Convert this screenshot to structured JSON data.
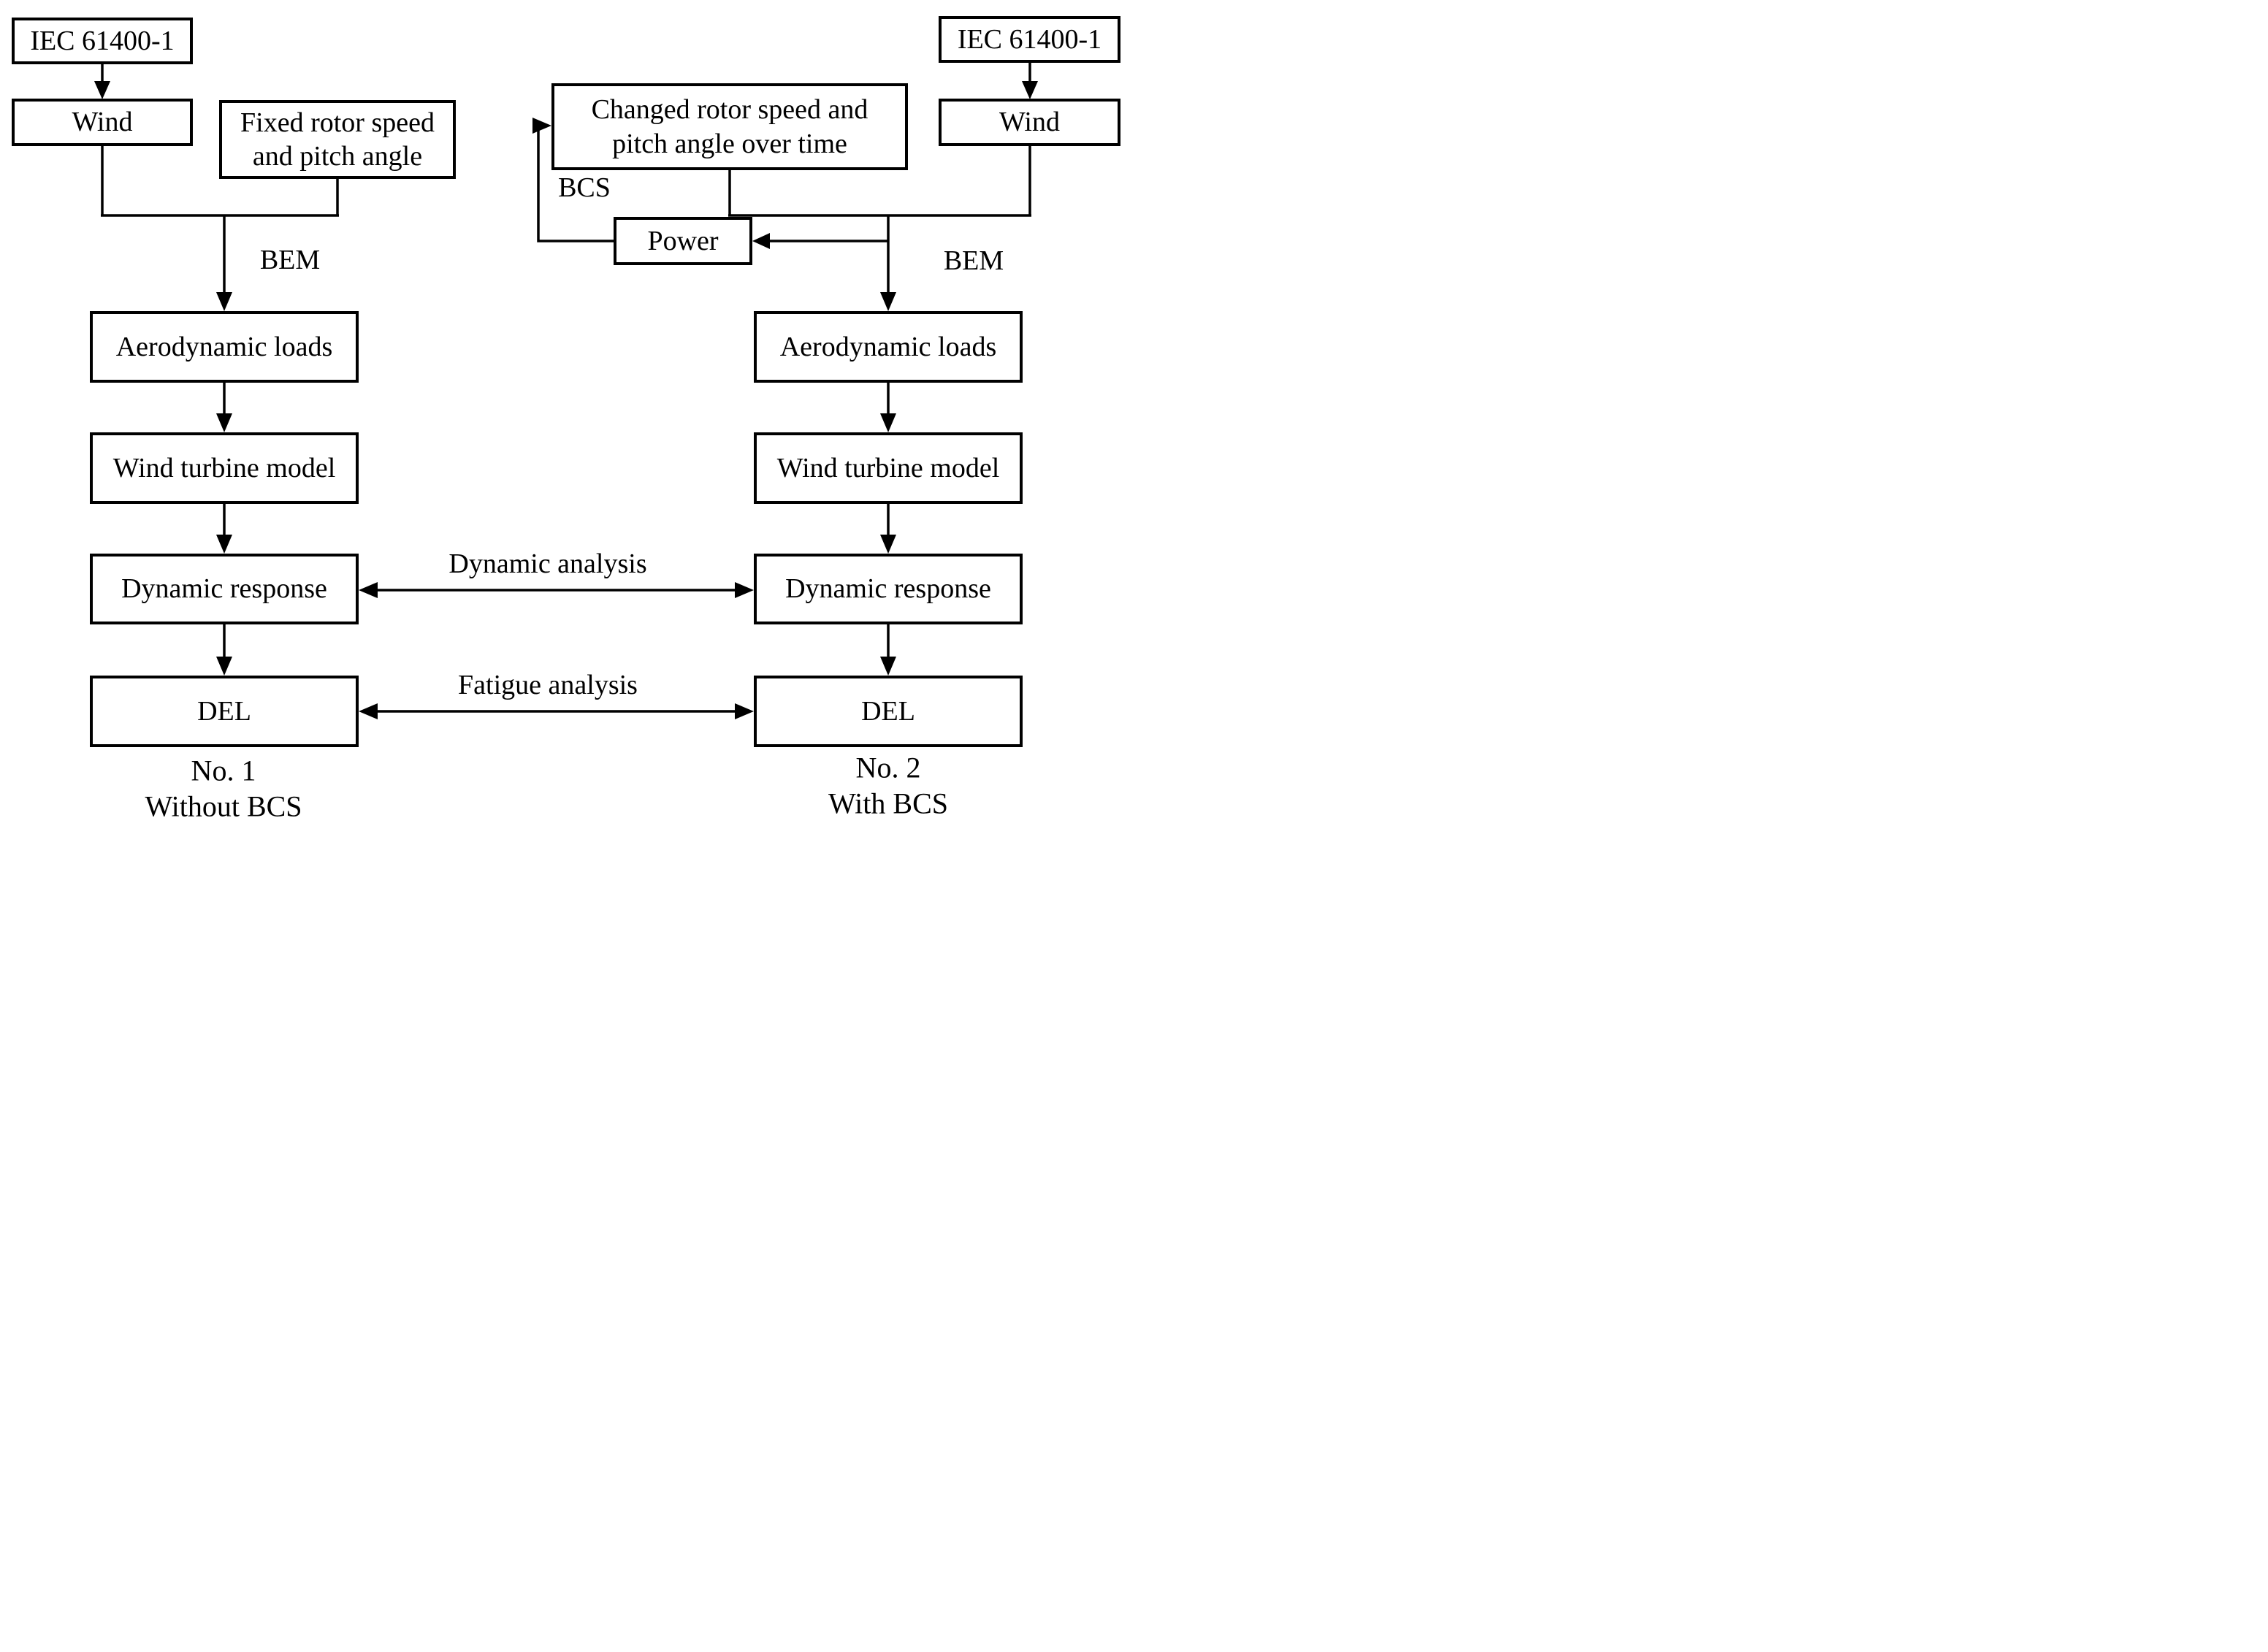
{
  "diagram": {
    "colors": {
      "line": "#000000",
      "background": "#ffffff"
    },
    "left_flow": {
      "iec_label": "IEC 61400-1",
      "wind_label": "Wind",
      "fixed_line1": "Fixed rotor speed",
      "fixed_line2": "and pitch angle",
      "bem_label": "BEM",
      "aero_label": "Aerodynamic loads",
      "turbine_label": "Wind turbine model",
      "dynamic_label": "Dynamic response",
      "del_label": "DEL",
      "caption_line1": "No. 1",
      "caption_line2": "Without BCS"
    },
    "right_flow": {
      "iec_label": "IEC 61400-1",
      "wind_label": "Wind",
      "changed_line1": "Changed rotor speed and",
      "changed_line2": "pitch angle over time",
      "bcs_label": "BCS",
      "power_label": "Power",
      "bem_label": "BEM",
      "aero_label": "Aerodynamic loads",
      "turbine_label": "Wind turbine model",
      "dynamic_label": "Dynamic response",
      "del_label": "DEL",
      "caption_line1": "No. 2",
      "caption_line2": "With BCS"
    },
    "connectors": {
      "dynamic_analysis_label": "Dynamic analysis",
      "fatigue_analysis_label": "Fatigue analysis"
    }
  }
}
